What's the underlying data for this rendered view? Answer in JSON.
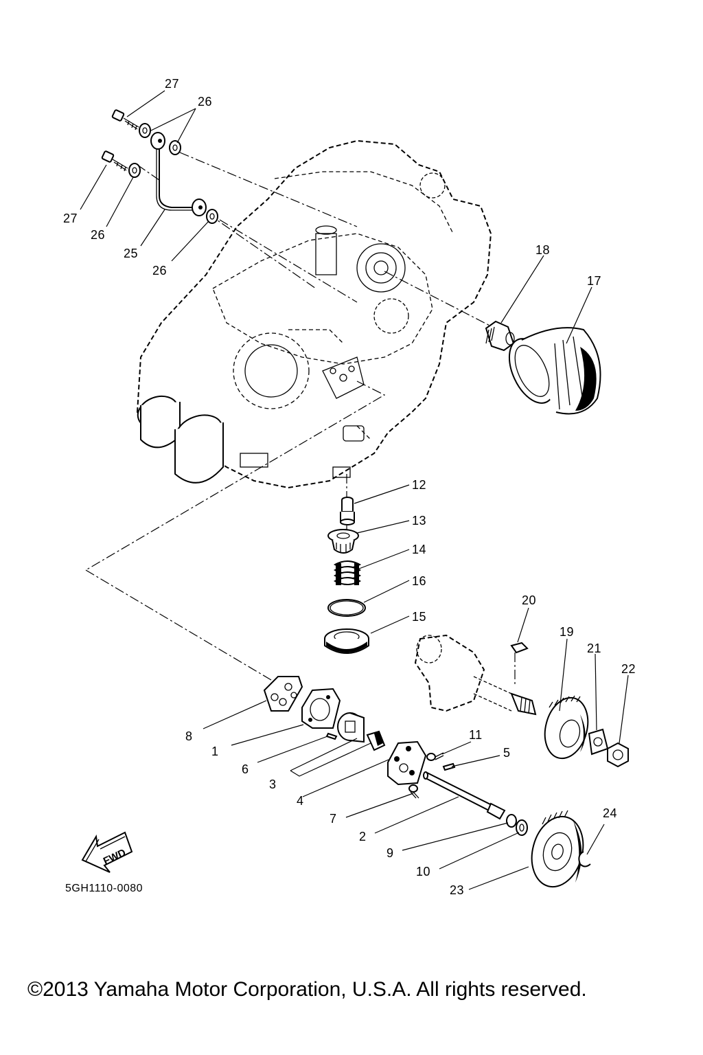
{
  "diagram_code": "5GH1110-0080",
  "copyright": "©2013 Yamaha Motor Corporation, U.S.A. All rights reserved.",
  "fwd_label": "FWD",
  "callouts": [
    "1",
    "2",
    "3",
    "4",
    "5",
    "6",
    "7",
    "8",
    "9",
    "10",
    "11",
    "12",
    "13",
    "14",
    "15",
    "16",
    "17",
    "18",
    "19",
    "20",
    "21",
    "22",
    "23",
    "24",
    "25",
    "26",
    "27"
  ],
  "callout_27_top": "27",
  "callout_26_top": "26",
  "callout_27_left": "27",
  "callout_26_left": "26",
  "callout_25": "25",
  "callout_26_bottom": "26"
}
